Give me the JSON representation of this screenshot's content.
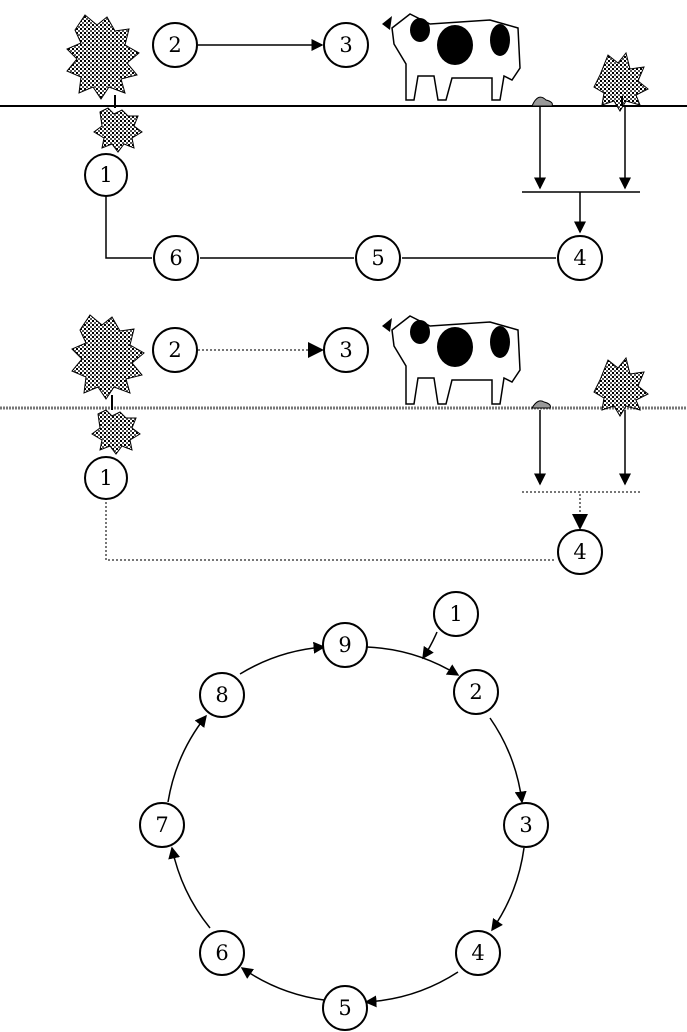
{
  "panel_top": {
    "nodes": [
      "1",
      "2",
      "3",
      "4",
      "5",
      "6"
    ]
  },
  "panel_middle": {
    "nodes": [
      "1",
      "2",
      "3",
      "4"
    ]
  },
  "panel_cycle": {
    "nodes": [
      "1",
      "2",
      "3",
      "4",
      "5",
      "6",
      "7",
      "8",
      "9"
    ]
  }
}
